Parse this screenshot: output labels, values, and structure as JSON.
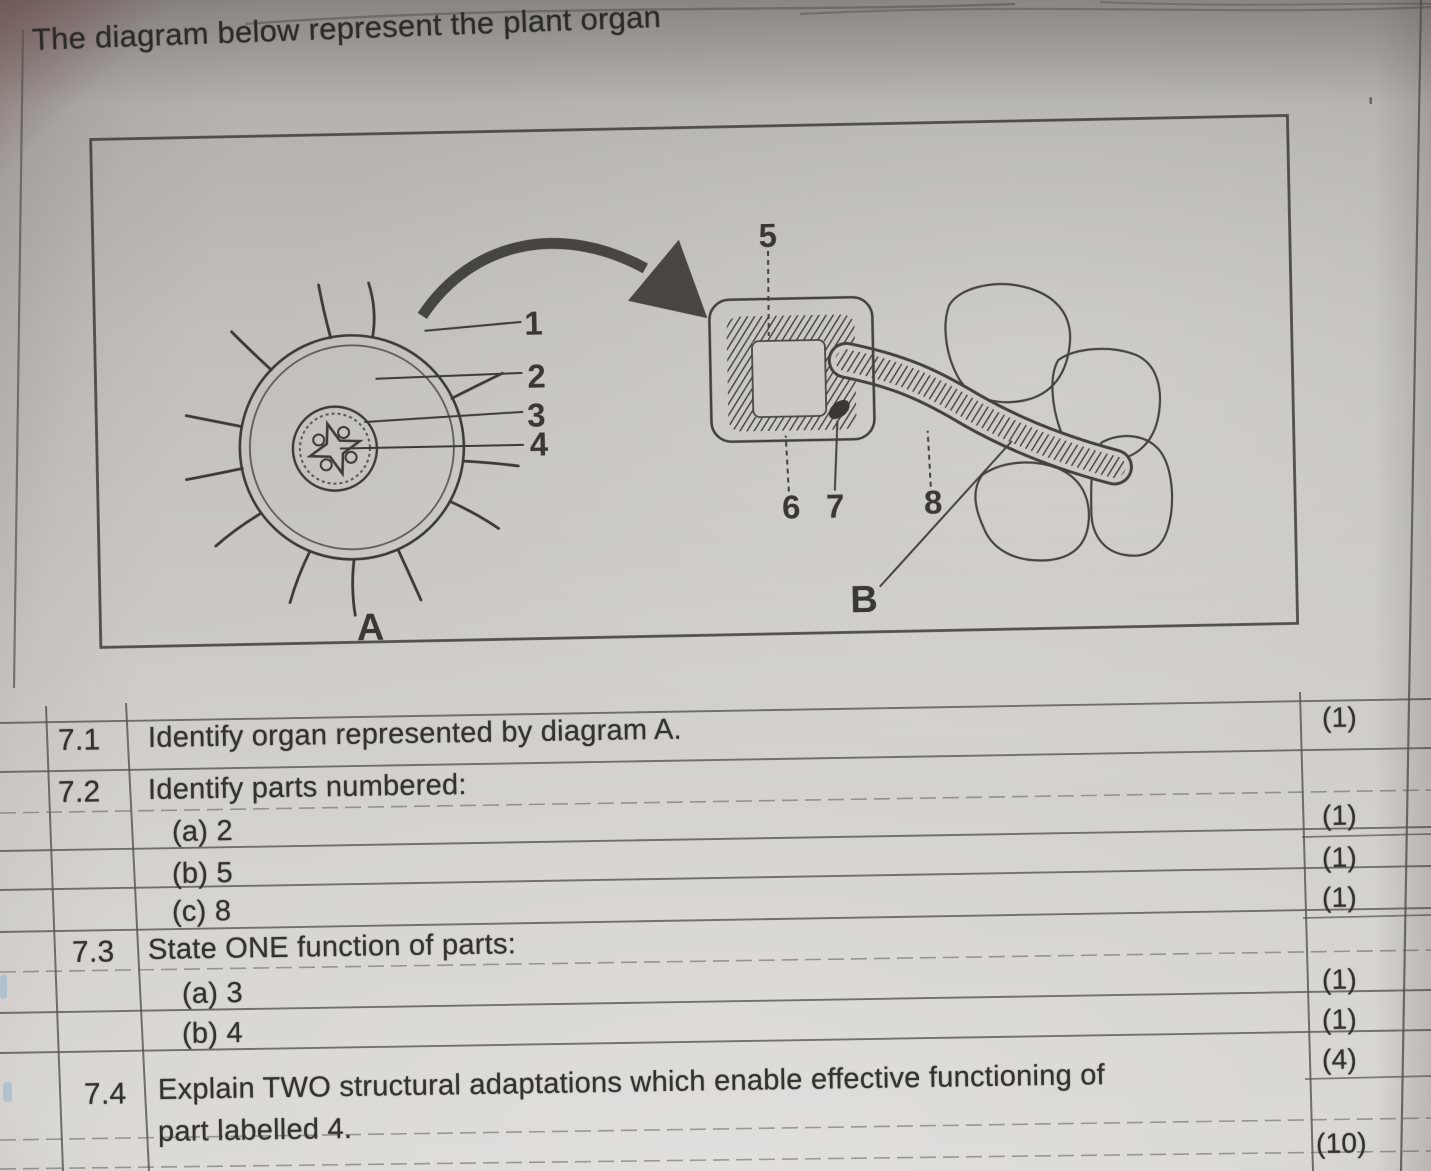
{
  "colors": {
    "ink": "#3a3734",
    "paper": "#cecbc7"
  },
  "heading": "The diagram below represent the plant organ",
  "diagram": {
    "a_labels": [
      "1",
      "2",
      "3",
      "4"
    ],
    "a_letter": "A",
    "b_labels": [
      "5",
      "6",
      "7",
      "8"
    ],
    "b_letter": "B",
    "stray_mark": "'"
  },
  "questions": {
    "q71": {
      "num": "7.1",
      "text": "Identify organ represented by diagram A.",
      "mark": "(1)"
    },
    "q72": {
      "num": "7.2",
      "text": "Identify parts numbered:"
    },
    "q72a": {
      "text": "(a) 2",
      "mark": "(1)"
    },
    "q72b": {
      "text": "(b) 5",
      "mark": "(1)"
    },
    "q72c": {
      "text": "(c) 8",
      "mark": "(1)"
    },
    "q73": {
      "num": "7.3",
      "text": "State ONE function of parts:"
    },
    "q73a": {
      "text": "(a) 3",
      "mark": "(1)"
    },
    "q73b": {
      "text": "(b) 4",
      "mark": "(1)"
    },
    "q74": {
      "num": "7.4",
      "text_line1": "Explain TWO structural adaptations which enable effective functioning of",
      "text_line2": "part labelled 4.",
      "mark": "(4)"
    },
    "total": {
      "mark": "(10)"
    }
  }
}
